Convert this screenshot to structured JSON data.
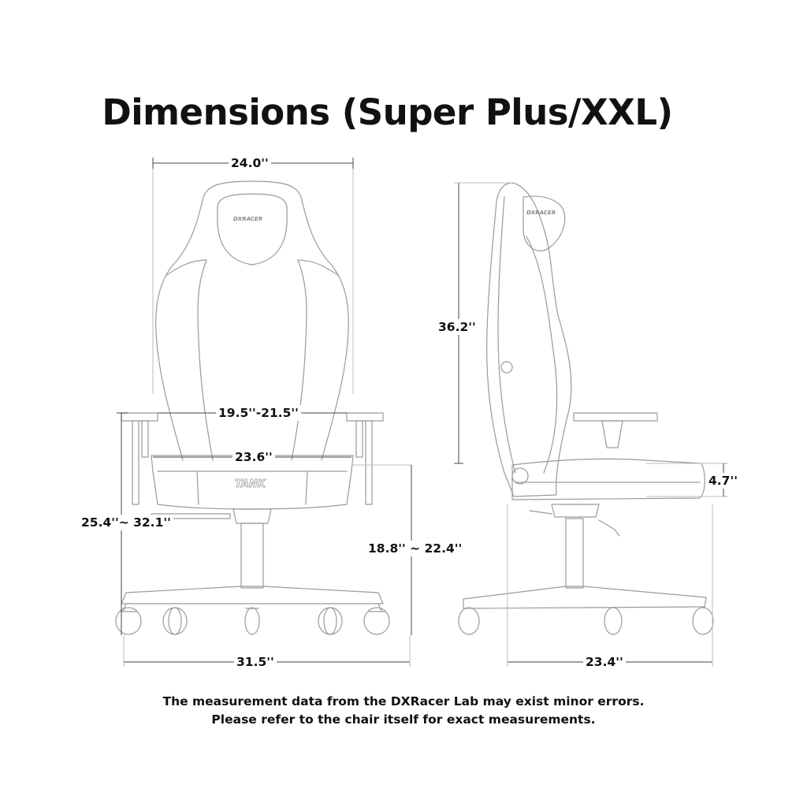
{
  "title": "Dimensions (Super Plus/XXL)",
  "brand_logo": "DXRACER",
  "model_badge": "TANK",
  "dimensions": {
    "overall_width": "24.0''",
    "armrest_spacing": "19.5''-21.5''",
    "seat_width": "23.6''",
    "armrest_height": "25.4''~ 32.1''",
    "seat_height": "18.8'' ~ 22.4''",
    "base_width": "31.5''",
    "backrest_height": "36.2''",
    "seat_thickness": "4.7''",
    "base_depth": "23.4''"
  },
  "note": {
    "line1": "The measurement data from the DXRacer Lab may exist minor errors.",
    "line2": "Please refer to the chair itself for exact measurements."
  }
}
